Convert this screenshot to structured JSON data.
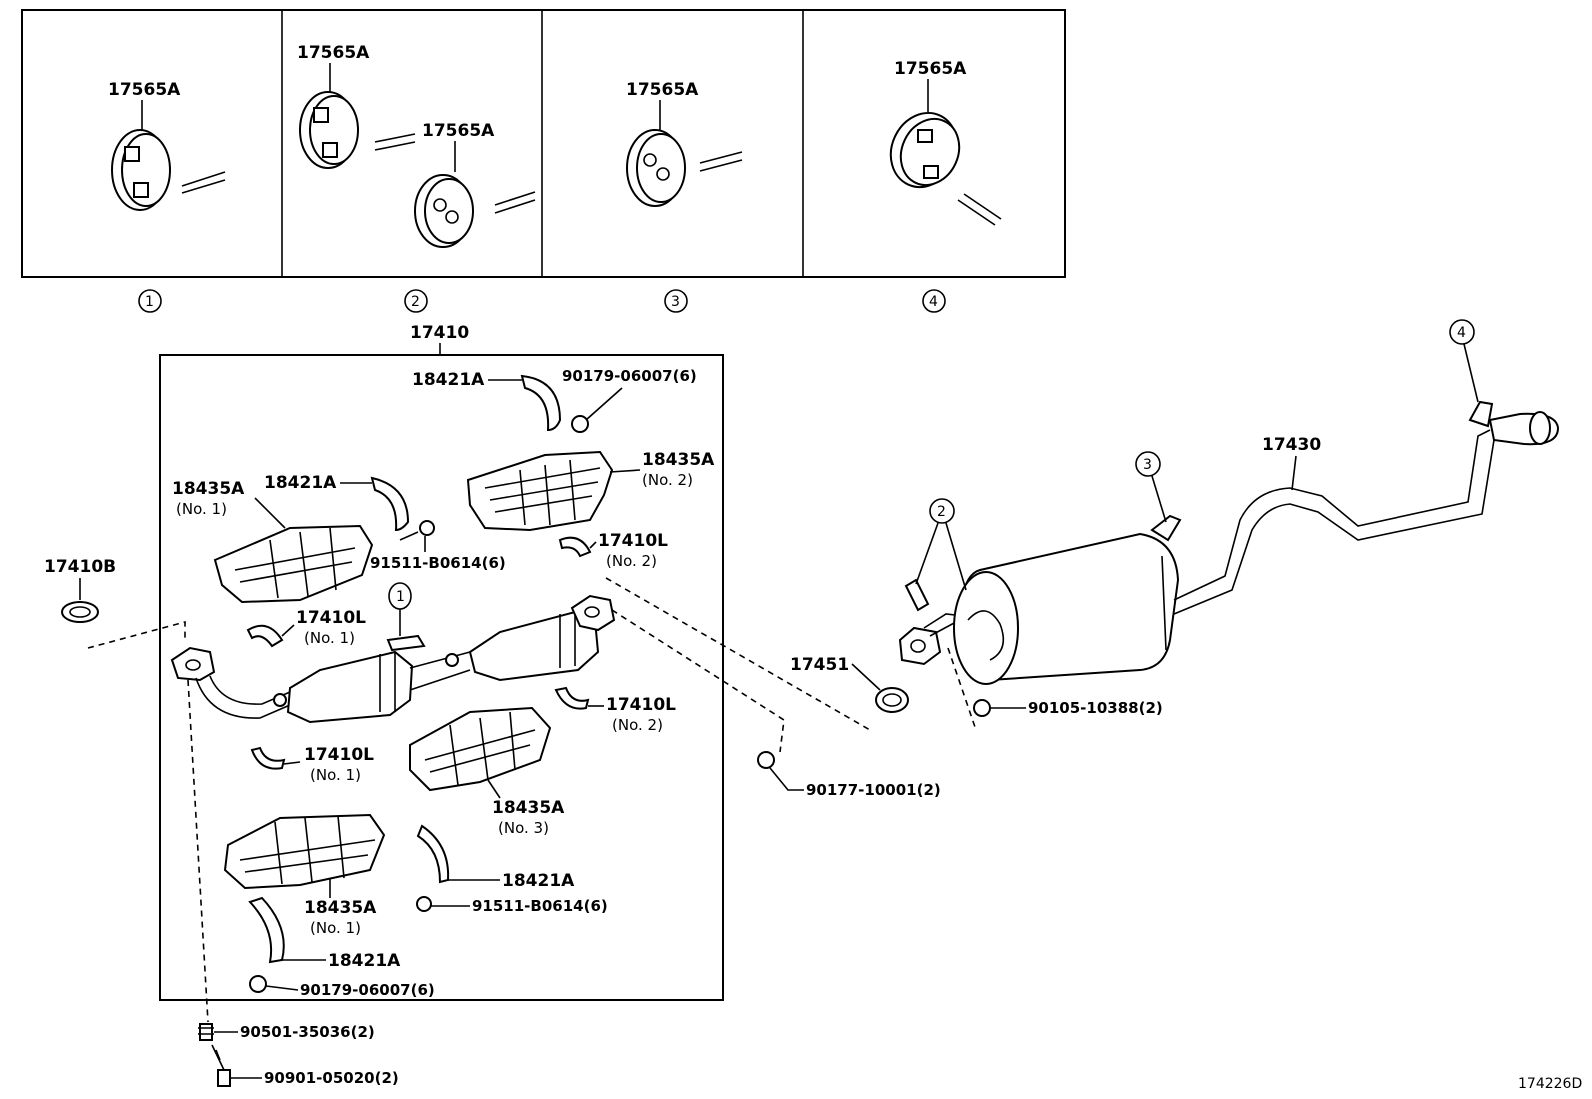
{
  "insets": {
    "inset1": {
      "number": "1",
      "labels": [
        "17565A"
      ]
    },
    "inset2": {
      "number": "2",
      "labels": [
        "17565A",
        "17565A"
      ]
    },
    "inset3": {
      "number": "3",
      "labels": [
        "17565A"
      ]
    },
    "inset4": {
      "number": "4",
      "labels": [
        "17565A"
      ]
    }
  },
  "assembly": {
    "label": "17410"
  },
  "parts": {
    "p18421A_top": "18421A",
    "p90179_top": "90179-06007(6)",
    "p18435A_no2": "18435A",
    "p18435A_no2_sub": "(No. 2)",
    "p18435A_no1": "18435A",
    "p18435A_no1_sub": "(No. 1)",
    "p18421A_left": "18421A",
    "p17410L_top": "17410L",
    "p17410L_top_sub": "(No. 2)",
    "p91511_top": "91511-B0614(6)",
    "p17410B": "17410B",
    "p17410L_mid": "17410L",
    "p17410L_mid_sub": "(No. 1)",
    "p17410L_right": "17410L",
    "p17410L_right_sub": "(No. 2)",
    "p17410L_low": "17410L",
    "p17410L_low_sub": "(No. 1)",
    "p18435A_no3": "18435A",
    "p18435A_no3_sub": "(No. 3)",
    "p18421A_mid": "18421A",
    "p91511_low": "91511-B0614(6)",
    "p18435A_b": "18435A",
    "p18435A_b_sub": "(No. 1)",
    "p18421A_low": "18421A",
    "p90179_low": "90179-06007(6)",
    "p90501": "90501-35036(2)",
    "p90901": "90901-05020(2)",
    "p17451": "17451",
    "p90177": "90177-10001(2)",
    "p90105": "90105-10388(2)",
    "p17430": "17430"
  },
  "callouts": {
    "c1": "1",
    "c2": "2",
    "c3": "3",
    "c4": "4"
  },
  "figure_id": "174226D"
}
